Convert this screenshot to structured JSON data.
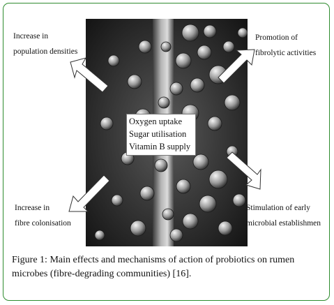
{
  "labels": {
    "top_left": [
      "Increase in",
      "population densities"
    ],
    "top_right": [
      "Promotion of",
      "fibrolytic activities"
    ],
    "bottom_left": [
      "Increase in",
      "fibre colonisation"
    ],
    "bottom_right": [
      "Stimulation of early",
      "microbial establishmen"
    ]
  },
  "center_box": {
    "line1": "Oxygen uptake",
    "line2": "Sugar utilisation",
    "line3": "Vitamin B supply"
  },
  "caption": {
    "label": "Figure 1:",
    "text": " Main effects and mechanisms of action of probiotics on rumen microbes (fibre-degrading communities) [16]."
  },
  "colors": {
    "frame_border": "#2e8b2e"
  }
}
